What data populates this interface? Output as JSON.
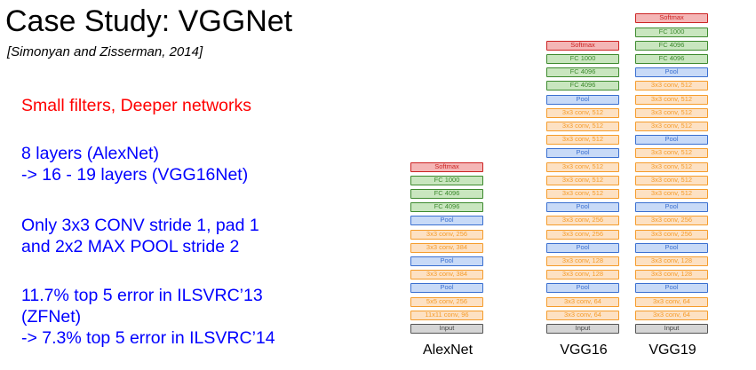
{
  "slide": {
    "title": "Case Study: VGGNet",
    "citation": "[Simonyan and Zisserman, 2014]",
    "highlight": "Small filters, Deeper networks",
    "blocks": [
      [
        "8 layers (AlexNet)",
        "-> 16 - 19 layers (VGG16Net)"
      ],
      [
        "Only 3x3 CONV stride 1, pad 1",
        "and  2x2 MAX POOL stride 2"
      ],
      [
        "11.7% top 5 error in ILSVRC’13",
        "(ZFNet)",
        "-> 7.3% top 5 error in ILSVRC’14"
      ]
    ]
  },
  "colors": {
    "highlight_text": "#ff0000",
    "body_text": "#0000ff",
    "softmax": "#cc2222",
    "fc": "#3d8a2e",
    "pool": "#3a6fd0",
    "conv": "#f59c2b",
    "input": "#555555"
  },
  "networks": [
    {
      "name": "AlexNet",
      "layers": [
        {
          "label": "Softmax",
          "type": "softmax"
        },
        {
          "label": "FC 1000",
          "type": "fc"
        },
        {
          "label": "FC 4096",
          "type": "fc"
        },
        {
          "label": "FC 4096",
          "type": "fc"
        },
        {
          "label": "Pool",
          "type": "pool"
        },
        {
          "label": "3x3 conv, 256",
          "type": "conv"
        },
        {
          "label": "3x3 conv, 384",
          "type": "conv"
        },
        {
          "label": "Pool",
          "type": "pool"
        },
        {
          "label": "3x3 conv, 384",
          "type": "conv"
        },
        {
          "label": "Pool",
          "type": "pool"
        },
        {
          "label": "5x5 conv, 256",
          "type": "conv"
        },
        {
          "label": "11x11 conv, 96",
          "type": "conv"
        },
        {
          "label": "Input",
          "type": "input"
        }
      ]
    },
    {
      "name": "VGG16",
      "layers": [
        {
          "label": "Softmax",
          "type": "softmax"
        },
        {
          "label": "FC 1000",
          "type": "fc"
        },
        {
          "label": "FC 4096",
          "type": "fc"
        },
        {
          "label": "FC 4096",
          "type": "fc"
        },
        {
          "label": "Pool",
          "type": "pool"
        },
        {
          "label": "3x3 conv, 512",
          "type": "conv"
        },
        {
          "label": "3x3 conv, 512",
          "type": "conv"
        },
        {
          "label": "3x3 conv, 512",
          "type": "conv"
        },
        {
          "label": "Pool",
          "type": "pool"
        },
        {
          "label": "3x3 conv, 512",
          "type": "conv"
        },
        {
          "label": "3x3 conv, 512",
          "type": "conv"
        },
        {
          "label": "3x3 conv, 512",
          "type": "conv"
        },
        {
          "label": "Pool",
          "type": "pool"
        },
        {
          "label": "3x3 conv, 256",
          "type": "conv"
        },
        {
          "label": "3x3 conv, 256",
          "type": "conv"
        },
        {
          "label": "Pool",
          "type": "pool"
        },
        {
          "label": "3x3 conv, 128",
          "type": "conv"
        },
        {
          "label": "3x3 conv, 128",
          "type": "conv"
        },
        {
          "label": "Pool",
          "type": "pool"
        },
        {
          "label": "3x3 conv, 64",
          "type": "conv"
        },
        {
          "label": "3x3 conv, 64",
          "type": "conv"
        },
        {
          "label": "Input",
          "type": "input"
        }
      ]
    },
    {
      "name": "VGG19",
      "layers": [
        {
          "label": "Softmax",
          "type": "softmax"
        },
        {
          "label": "FC 1000",
          "type": "fc"
        },
        {
          "label": "FC 4096",
          "type": "fc"
        },
        {
          "label": "FC 4096",
          "type": "fc"
        },
        {
          "label": "Pool",
          "type": "pool"
        },
        {
          "label": "3x3 conv, 512",
          "type": "conv"
        },
        {
          "label": "3x3 conv, 512",
          "type": "conv"
        },
        {
          "label": "3x3 conv, 512",
          "type": "conv"
        },
        {
          "label": "3x3 conv, 512",
          "type": "conv"
        },
        {
          "label": "Pool",
          "type": "pool"
        },
        {
          "label": "3x3 conv, 512",
          "type": "conv"
        },
        {
          "label": "3x3 conv, 512",
          "type": "conv"
        },
        {
          "label": "3x3 conv, 512",
          "type": "conv"
        },
        {
          "label": "3x3 conv, 512",
          "type": "conv"
        },
        {
          "label": "Pool",
          "type": "pool"
        },
        {
          "label": "3x3 conv, 256",
          "type": "conv"
        },
        {
          "label": "3x3 conv, 256",
          "type": "conv"
        },
        {
          "label": "Pool",
          "type": "pool"
        },
        {
          "label": "3x3 conv, 128",
          "type": "conv"
        },
        {
          "label": "3x3 conv, 128",
          "type": "conv"
        },
        {
          "label": "Pool",
          "type": "pool"
        },
        {
          "label": "3x3 conv, 64",
          "type": "conv"
        },
        {
          "label": "3x3 conv, 64",
          "type": "conv"
        },
        {
          "label": "Input",
          "type": "input"
        }
      ]
    }
  ]
}
